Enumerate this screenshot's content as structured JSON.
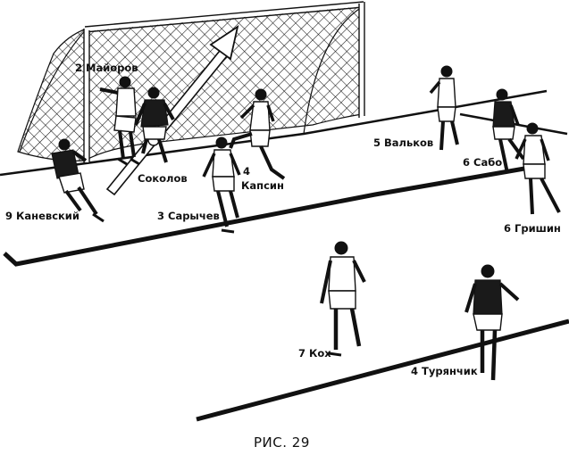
{
  "figure": {
    "caption": "РИС. 29"
  },
  "players": [
    {
      "id": "mayorov",
      "label": "2 Майоров"
    },
    {
      "id": "sokolov",
      "label": "Соколов"
    },
    {
      "id": "kapsin",
      "label": "Капсин",
      "number": "4"
    },
    {
      "id": "valkov",
      "label": "5  Вальков"
    },
    {
      "id": "sabo",
      "label": "6 Сабо"
    },
    {
      "id": "grishin",
      "label": "6  Гришин"
    },
    {
      "id": "kanevsky",
      "label": "9  Каневский"
    },
    {
      "id": "sarychev",
      "label": "3  Сарычев"
    },
    {
      "id": "koh",
      "label": "7  Кох"
    },
    {
      "id": "turyanchik",
      "label": "4  Турянчик"
    }
  ]
}
